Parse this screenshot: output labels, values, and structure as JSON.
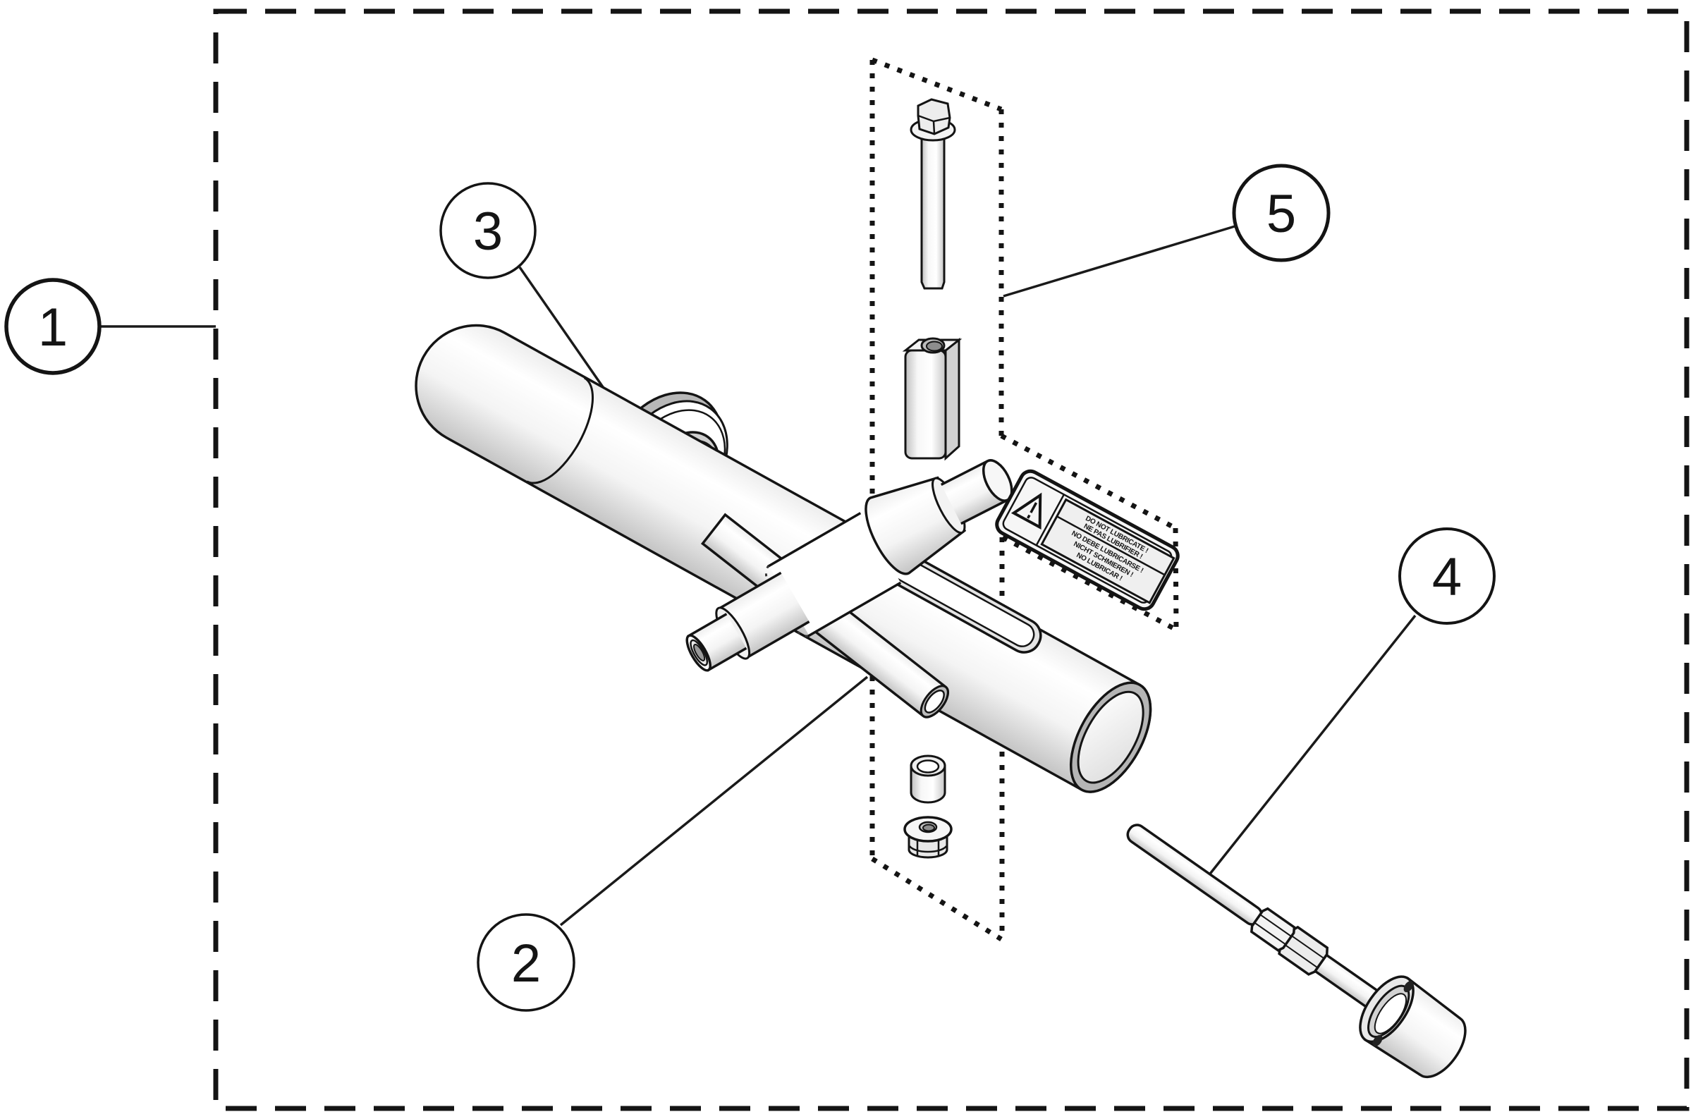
{
  "figure": {
    "type": "exploded-parts-diagram",
    "description": "Isometric exploded view of a pneumatic valve/muffler assembly with five numbered callouts",
    "background": "#ffffff",
    "ink": "#141414"
  },
  "callouts": [
    {
      "number": "1"
    },
    {
      "number": "2"
    },
    {
      "number": "3"
    },
    {
      "number": "4"
    },
    {
      "number": "5"
    }
  ],
  "warning_label": {
    "icon": "warning-triangle-icon",
    "lines": [
      "DO NOT LUBRICATE !",
      "NE PAS LUBRIFIER !",
      "NO DEBE LUBRICARSE !",
      "NICHT SCHMIEREN !",
      "NO LUBRICAR !"
    ]
  },
  "colors": {
    "ink": "#141414",
    "shade_light": "#ececec",
    "shade_mid": "#c4c4c4",
    "shade_dark": "#8d8d8d",
    "background": "#ffffff"
  }
}
